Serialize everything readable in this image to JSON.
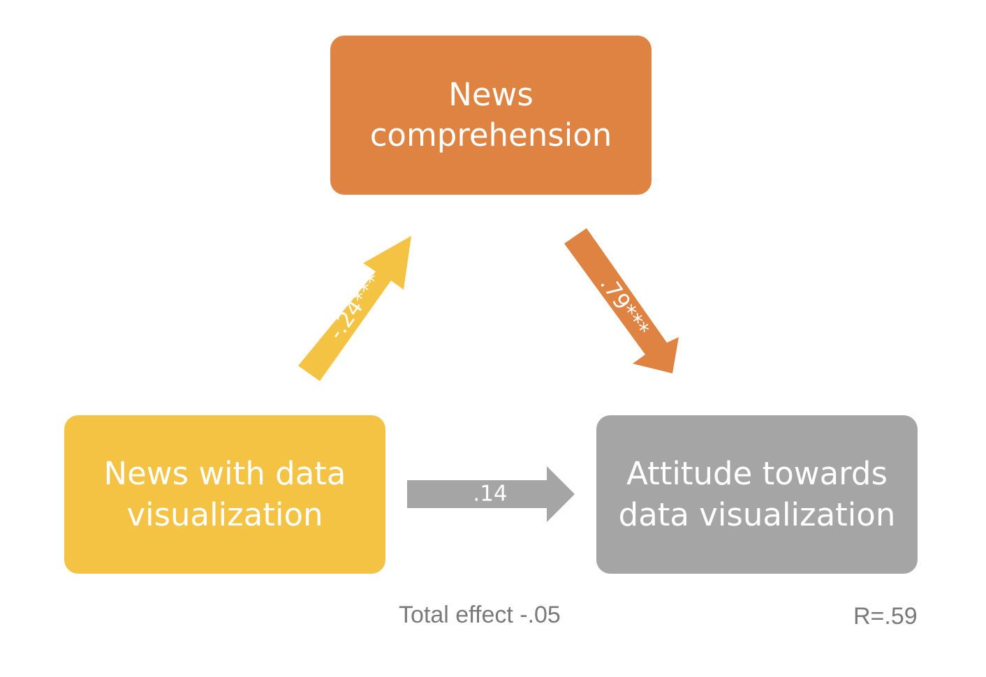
{
  "nodes": {
    "mediator": {
      "label_line1": "News",
      "label_line2": "comprehension",
      "color": "#DF8343"
    },
    "independent": {
      "label_line1": "News with data",
      "label_line2": "visualization",
      "color": "#F4C343"
    },
    "dependent": {
      "label_line1": "Attitude towards",
      "label_line2": "data visualization",
      "color": "#A5A5A5"
    }
  },
  "paths": {
    "a_path": {
      "label": "-.24***",
      "color": "#F4C343",
      "from": "News with data visualization",
      "to": "News comprehension"
    },
    "b_path": {
      "label": ".79***",
      "color": "#DF8343",
      "from": "News comprehension",
      "to": "Attitude towards data visualization"
    },
    "c_prime_path": {
      "label": ".14",
      "color": "#A5A5A5",
      "from": "News with data visualization",
      "to": "Attitude towards data visualization"
    }
  },
  "notes": {
    "total_effect": "Total effect -.05",
    "r_value": "R=.59"
  }
}
